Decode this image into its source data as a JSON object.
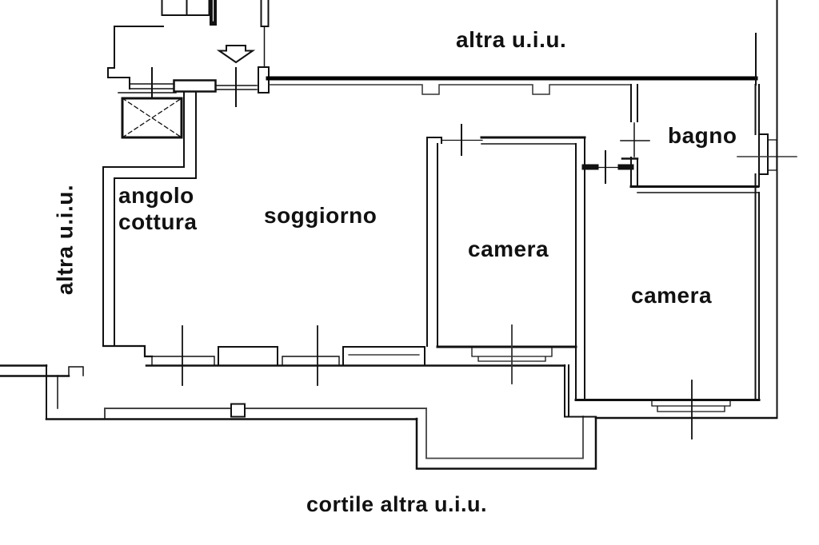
{
  "plan": {
    "labels": {
      "other_unit_top": "altra u.i.u.",
      "other_unit_left": "altra u.i.u.",
      "kitchen_line1": "angolo",
      "kitchen_line2": "cottura",
      "living_room": "soggiorno",
      "bedroom_1": "camera",
      "bathroom": "bagno",
      "bedroom_2": "camera",
      "courtyard": "cortile altra u.i.u."
    },
    "colors": {
      "wall": "#111111",
      "thin_line": "#3a3a3a",
      "background": "#ffffff"
    }
  }
}
